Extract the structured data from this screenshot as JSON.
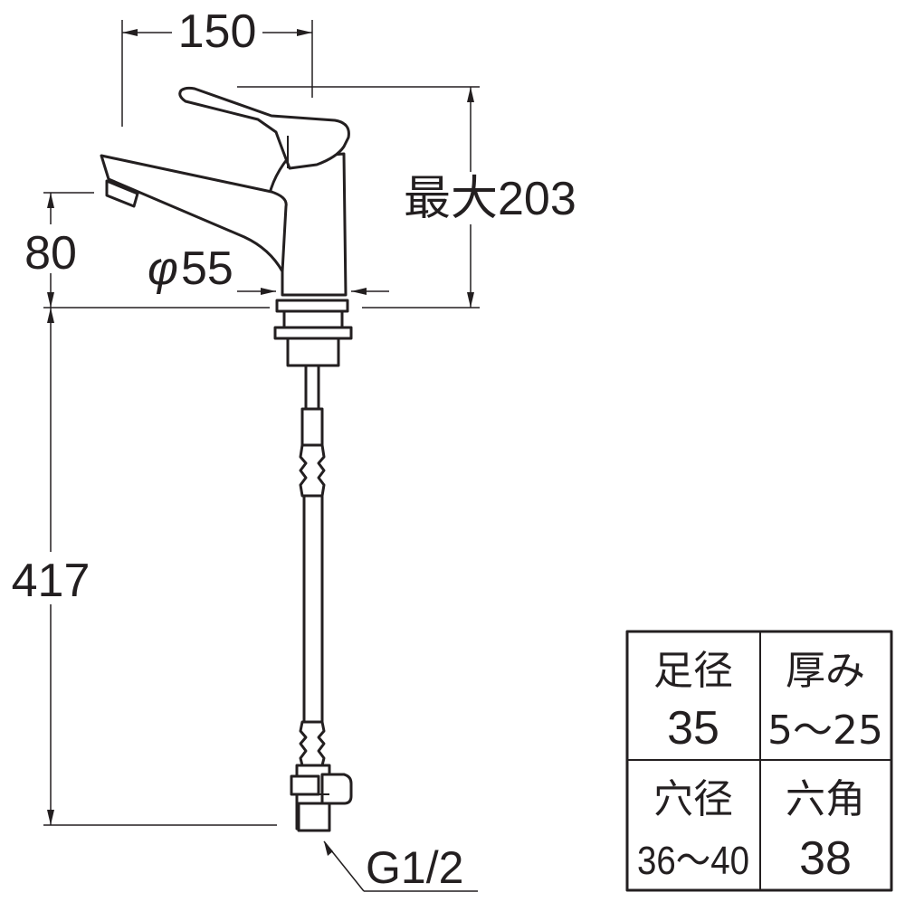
{
  "dimensions": {
    "spout_reach": "150",
    "max_height": "最大203",
    "spout_height": "80",
    "base_diameter_symbol": "φ",
    "base_diameter": "55",
    "hose_length": "417",
    "connection": "G1/2"
  },
  "spec_table": {
    "cells": [
      {
        "label": "足径",
        "value": "35"
      },
      {
        "label": "厚み",
        "value": "5～25"
      },
      {
        "label": "穴径",
        "value": "36～40"
      },
      {
        "label": "六角",
        "value": "38"
      }
    ]
  },
  "colors": {
    "line": "#231f20",
    "background": "#ffffff"
  }
}
